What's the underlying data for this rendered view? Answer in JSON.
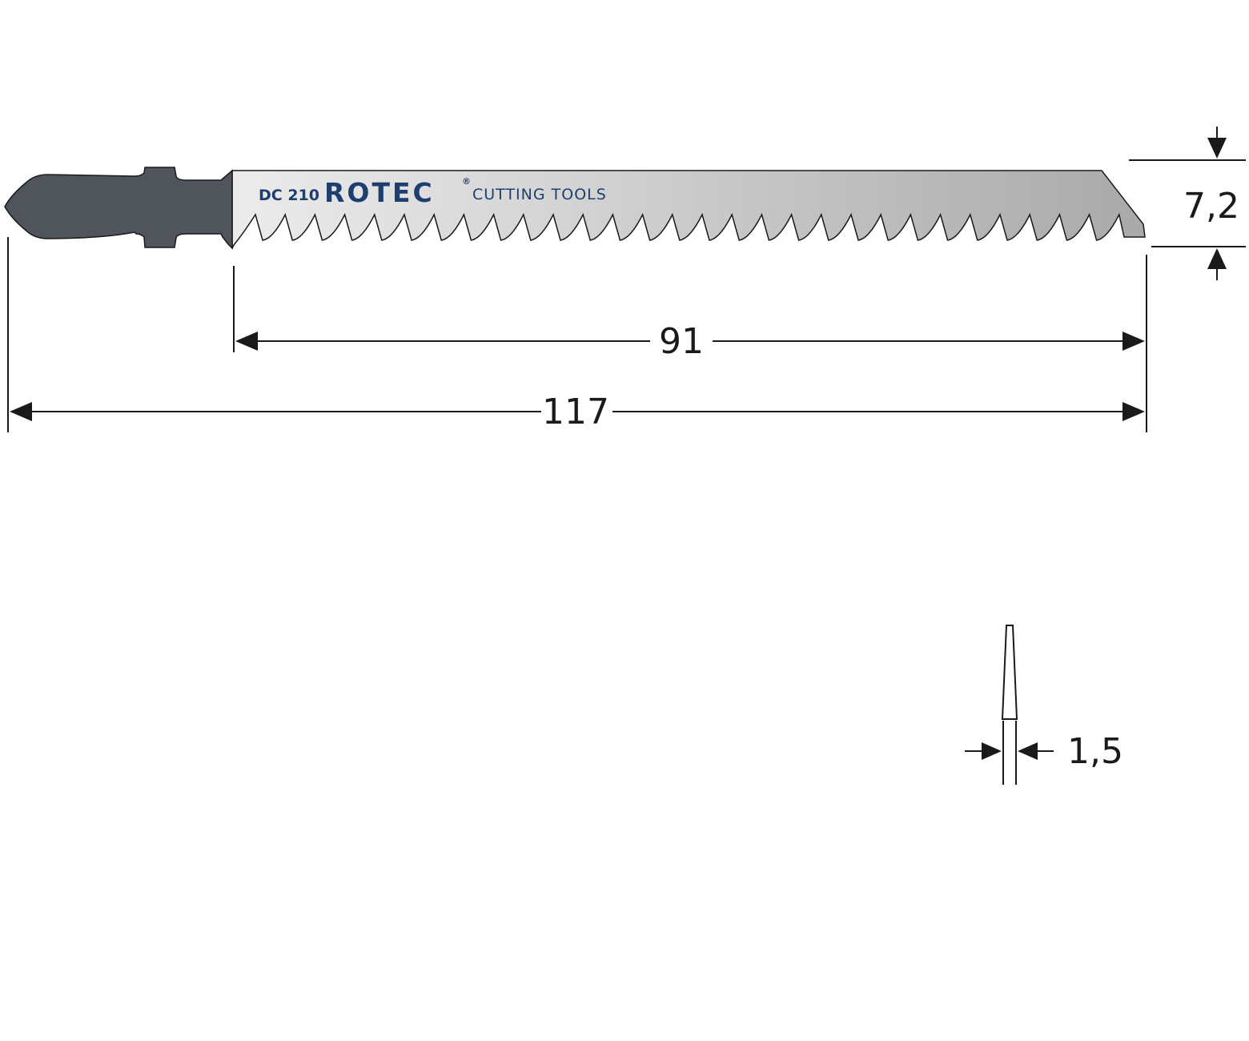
{
  "blade": {
    "product_code": "DC 210",
    "brand": "ROTEC",
    "registered_mark": "®",
    "tagline": "CUTTING TOOLS",
    "colors": {
      "shank": "#4f555b",
      "blade_light": "#ececec",
      "blade_dark": "#a9a9a9",
      "outline": "#1a1a1a",
      "brand": "#1e3f6e"
    }
  },
  "dimensions": {
    "height": "7,2",
    "blade_length": "91",
    "total_length": "117",
    "thickness": "1,5"
  }
}
